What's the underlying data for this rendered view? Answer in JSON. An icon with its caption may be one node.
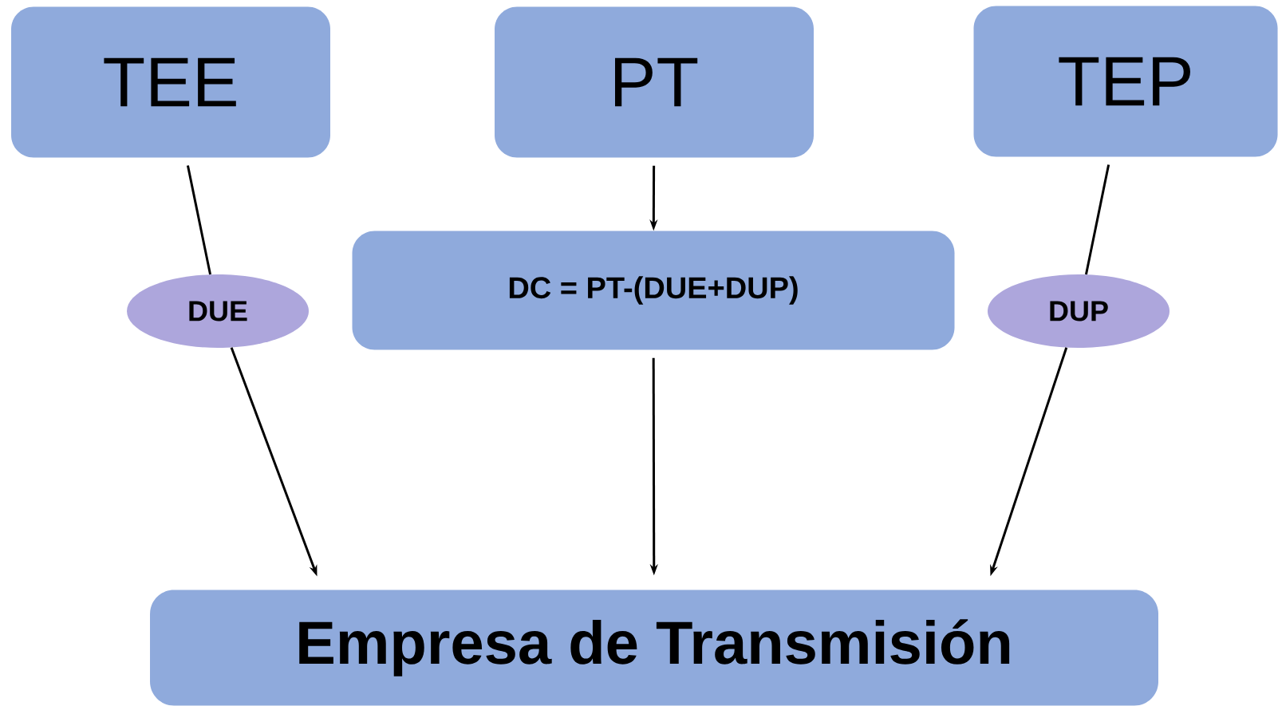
{
  "diagram": {
    "nodes": [
      {
        "text": [
          "TEE"
        ]
      },
      {
        "text": [
          "PT"
        ]
      },
      {
        "text": [
          "TEP"
        ]
      },
      {
        "text": [
          "DUE"
        ]
      },
      {
        "text": [
          "DC = PT-(DUE+DUP)"
        ]
      },
      {
        "text": [
          "DUP"
        ]
      },
      {
        "text": [
          "Empresa de Transmisión"
        ]
      }
    ],
    "edges": [
      {
        "from": 0,
        "to": 3,
        "arrow": "none"
      },
      {
        "from": 3,
        "to": 6,
        "arrow": "to"
      },
      {
        "from": 1,
        "to": 4,
        "arrow": "to"
      },
      {
        "from": 4,
        "to": 6,
        "arrow": "to"
      },
      {
        "from": 2,
        "to": 5,
        "arrow": "none"
      },
      {
        "from": 5,
        "to": 6,
        "arrow": "to"
      }
    ]
  }
}
